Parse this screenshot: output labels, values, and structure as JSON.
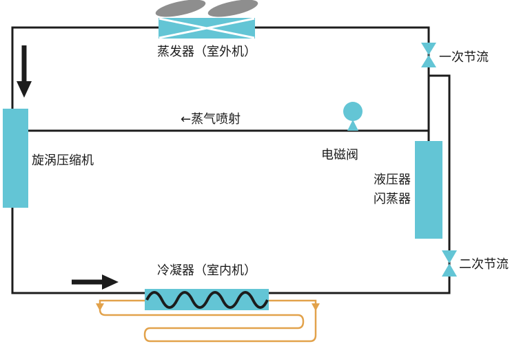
{
  "diagram": {
    "labels": {
      "evaporator": "蒸发器（室外机）",
      "primary_throttle": "一次节流",
      "compressor": "旋涡压缩机",
      "vapor_injection": "←蒸气喷射",
      "solenoid_valve": "电磁阀",
      "flash_tank": "液压器\n闪蒸器",
      "secondary_throttle": "二次节流",
      "condenser": "冷凝器（室内机）"
    },
    "colors": {
      "component_fill": "#63c5d5",
      "line": "#1c1c1c",
      "fan_blade": "#8e8e8e",
      "coil": "#e2a24b",
      "text": "#1a1a1a",
      "background": "#ffffff"
    }
  }
}
